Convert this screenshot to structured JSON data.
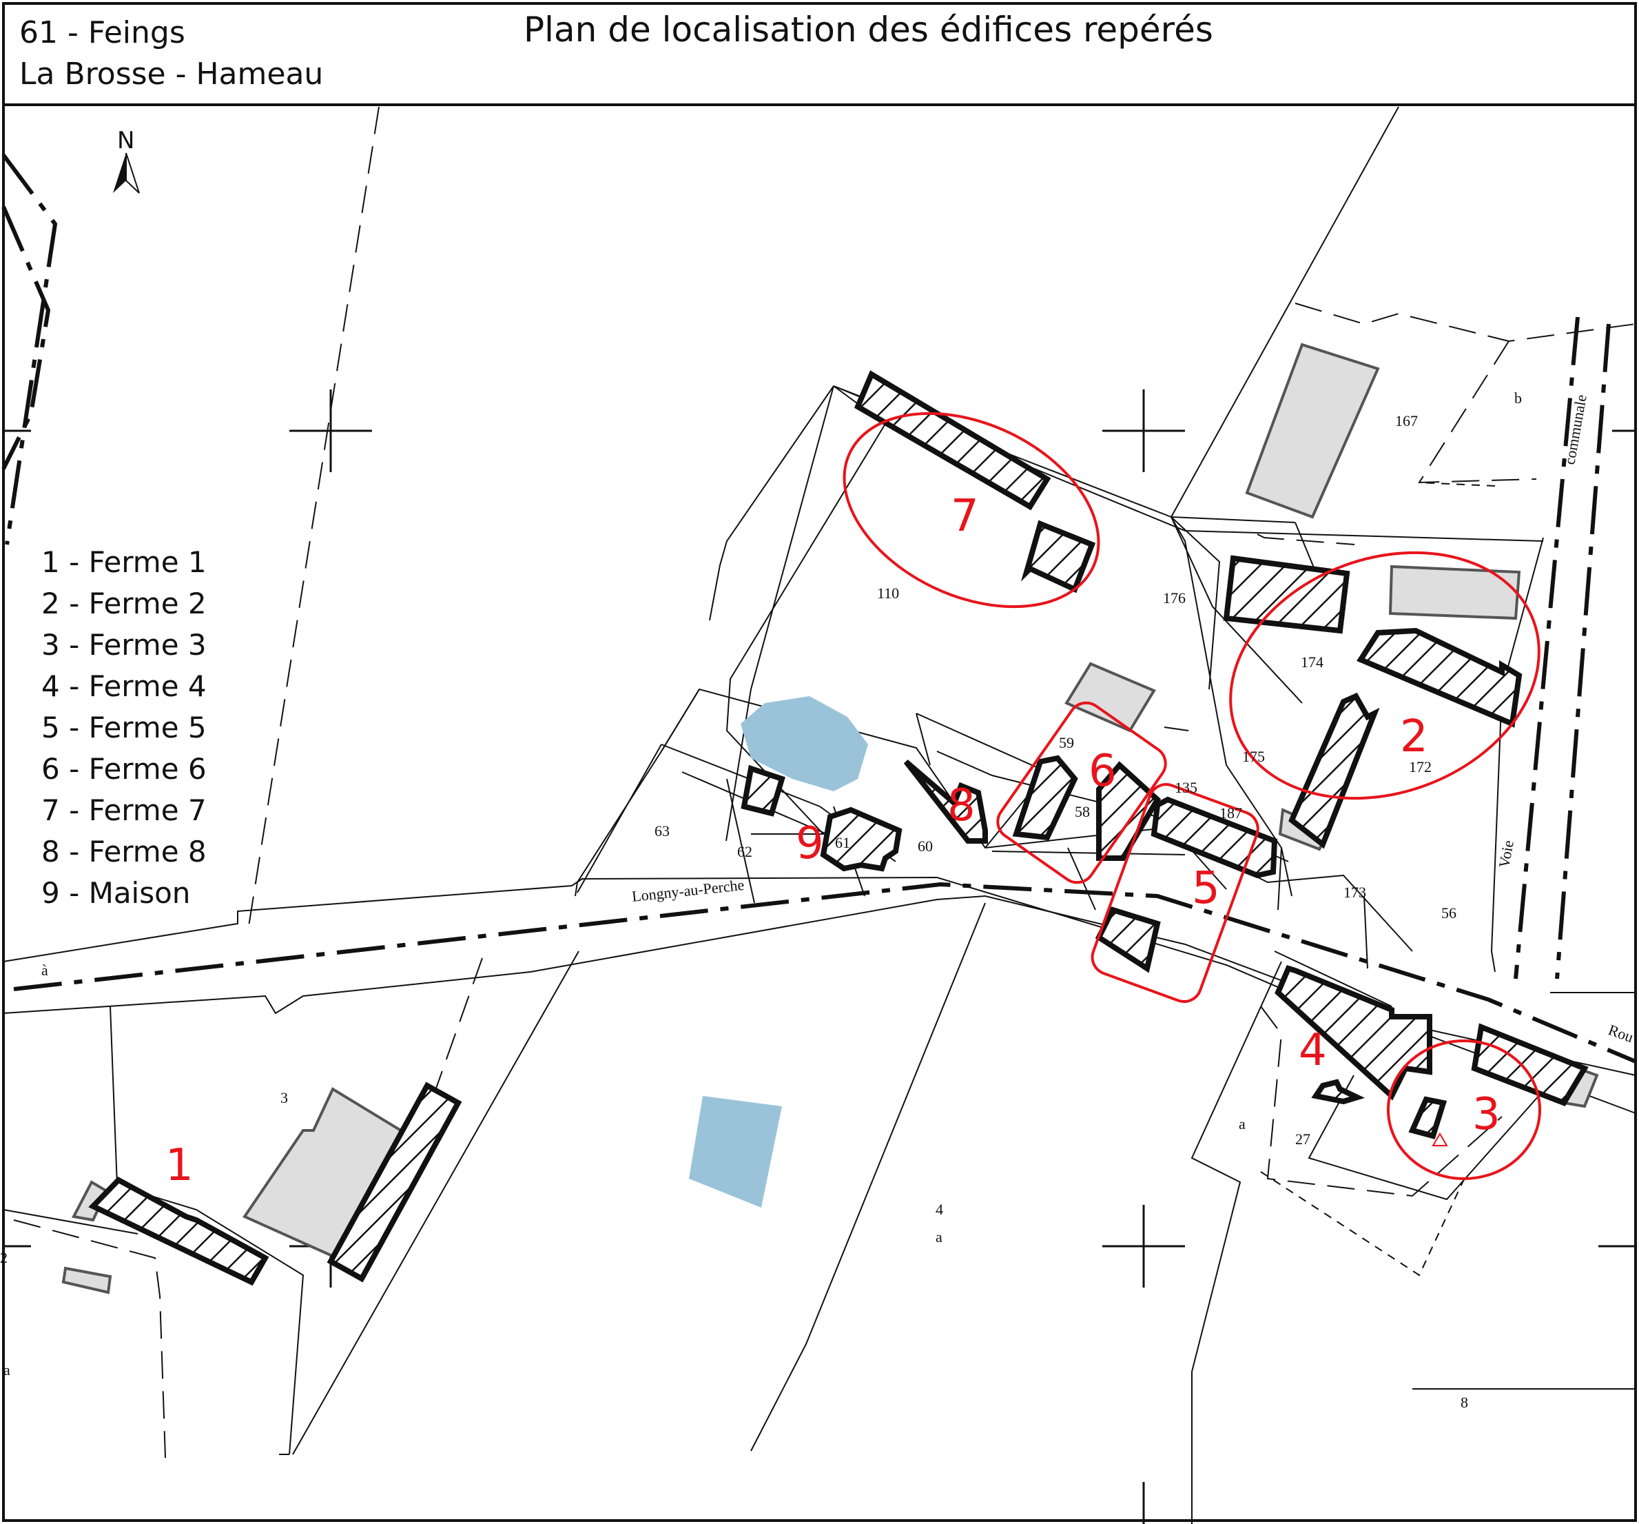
{
  "header": {
    "location_line1": "61 - Feings",
    "location_line2": "La Brosse - Hameau",
    "title": "Plan de localisation des édifices repérés"
  },
  "north": "N",
  "legend": [
    "1 - Ferme 1",
    "2 - Ferme 2",
    "3 - Ferme 3",
    "4 - Ferme 4",
    "5 - Ferme 5",
    "6 - Ferme 6",
    "7 - Ferme 7",
    "8 - Ferme 8",
    "9 - Maison"
  ],
  "markers": [
    "1",
    "2",
    "3",
    "4",
    "5",
    "6",
    "7",
    "8",
    "9"
  ],
  "parcels": [
    "167",
    "b",
    "110",
    "176",
    "174",
    "59",
    "175",
    "172",
    "58",
    "135",
    "187",
    "63",
    "62",
    "61",
    "60",
    "173",
    "56",
    "3",
    "a",
    "27",
    "4",
    "a",
    "2",
    "a",
    "8",
    "à"
  ],
  "roads": {
    "main": "Longny-au-Perche",
    "voie": "Voie",
    "communale": "communale",
    "route": "Rou"
  },
  "colors": {
    "accent_red": "#e8141b",
    "building_gray": "#dedede",
    "water_blue": "#9ac3da",
    "line": "#111111"
  }
}
